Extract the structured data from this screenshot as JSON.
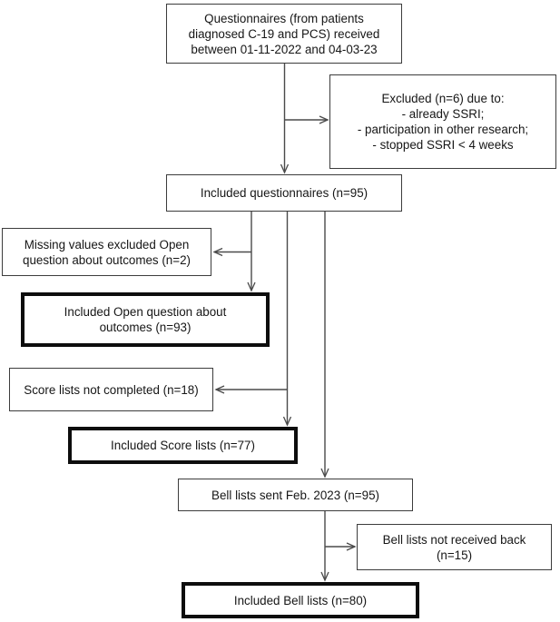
{
  "figure": {
    "type": "study-flow-diagram",
    "description": "Patient questionnaire inclusion/exclusion flowchart"
  },
  "colors": {
    "connector": "#4a4a4a",
    "box_border": "#3c3c3c",
    "box_border_strong": "#0d0d0d",
    "text": "#161616",
    "background": "#ffffff"
  },
  "boxes": {
    "questionnaires": {
      "lines": [
        "Questionnaires (from patients",
        "diagnosed C-19 and PCS) received",
        "between 01-11-2022 and 04-03-23"
      ]
    },
    "excluded": {
      "lines": [
        "Excluded (n=6) due to:",
        "- already SSRI;",
        "- participation in other research;",
        "- stopped SSRI < 4 weeks"
      ]
    },
    "included_questionnaires": {
      "lines": [
        "Included questionnaires (n=95)"
      ]
    },
    "missing_values": {
      "lines": [
        "Missing values excluded Open",
        "question about outcomes (n=2)"
      ]
    },
    "included_open": {
      "lines": [
        "Included Open question about",
        "outcomes (n=93)"
      ]
    },
    "score_not_completed": {
      "lines": [
        "Score lists not completed (n=18)"
      ]
    },
    "included_score": {
      "lines": [
        "Included Score lists (n=77)"
      ]
    },
    "bell_sent": {
      "lines": [
        "Bell lists sent Feb. 2023 (n=95)"
      ]
    },
    "bell_not_received": {
      "lines": [
        "Bell lists not received back",
        "(n=15)"
      ]
    },
    "included_bell": {
      "lines": [
        "Included Bell lists (n=80)"
      ]
    }
  }
}
